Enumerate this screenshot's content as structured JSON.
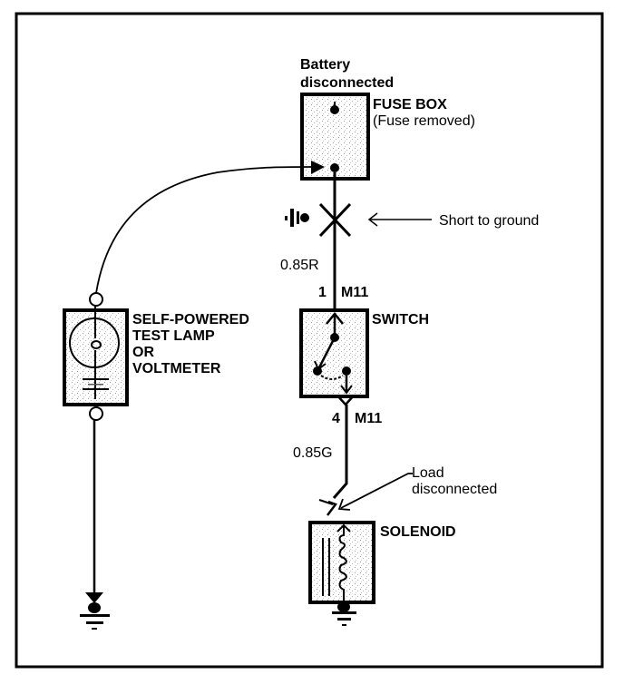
{
  "diagram": {
    "title": "Short to ground circuit test",
    "colors": {
      "ink": "#000000",
      "background": "#ffffff",
      "box_fill": "#f2f2f2"
    },
    "battery_label": [
      "Battery",
      "disconnected"
    ],
    "fuse_box": {
      "name": "FUSE BOX",
      "note": "(Fuse removed)"
    },
    "short": {
      "label": "Short to ground",
      "icon": "ground-short-icon"
    },
    "wire_upper": {
      "gauge": "0.85R",
      "pin": "1",
      "connector": "M11"
    },
    "switch": {
      "name": "SWITCH"
    },
    "wire_lower": {
      "gauge": "0.85G",
      "pin": "4",
      "connector": "M11"
    },
    "load": {
      "label": [
        "Load",
        "disconnected"
      ]
    },
    "solenoid": {
      "name": "SOLENOID"
    },
    "tester": {
      "label": [
        "SELF-POWERED",
        "TEST LAMP",
        "OR",
        "VOLTMETER"
      ]
    }
  }
}
